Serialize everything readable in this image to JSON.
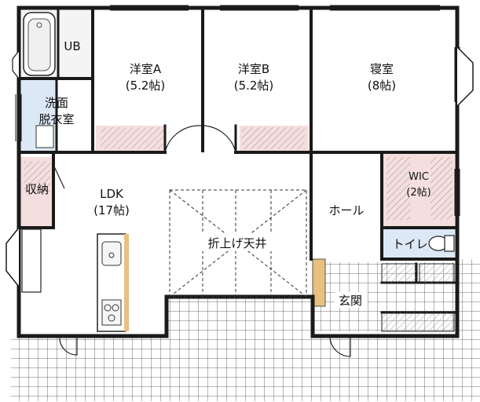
{
  "plan": {
    "rooms": {
      "ub": {
        "name": "UB"
      },
      "washroom": {
        "line1": "洗面",
        "line2": "脱衣室"
      },
      "western_a": {
        "name": "洋室A",
        "size": "(5.2帖)"
      },
      "western_b": {
        "name": "洋室B",
        "size": "(5.2帖)"
      },
      "bedroom": {
        "name": "寝室",
        "size": "(8帖)"
      },
      "storage": {
        "name": "収納"
      },
      "ldk": {
        "name": "LDK",
        "size": "(17帖)"
      },
      "ceiling": {
        "name": "折上げ天井"
      },
      "hall": {
        "name": "ホール"
      },
      "wic": {
        "name": "WIC",
        "size": "(2帖)"
      },
      "toilet": {
        "name": "トイレ"
      },
      "entrance": {
        "name": "玄関"
      }
    },
    "colors": {
      "wall": "#1a1a1a",
      "wet_area": "#dce8f5",
      "closet": "#f5dede",
      "genkan_step": "#e8c080",
      "terrace_grid": "#333333"
    }
  }
}
